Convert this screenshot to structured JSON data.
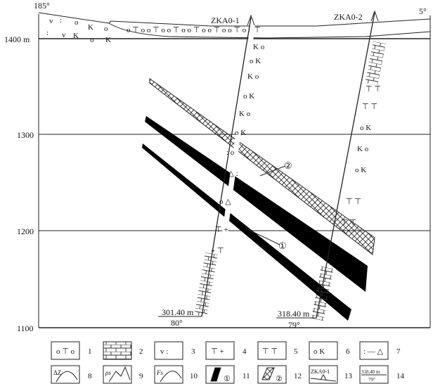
{
  "orientation": {
    "left": "185°",
    "right": "5°"
  },
  "elevations": [
    "1400 m",
    "1300",
    "1200",
    "1100"
  ],
  "boreholes": [
    {
      "name": "ZKA0-1",
      "depth": "301.40 m",
      "angle": "80°"
    },
    {
      "name": "ZKA0-2",
      "depth": "318.40 m",
      "angle": "79°"
    }
  ],
  "orebody_labels": [
    "①",
    "②"
  ],
  "symbols": {
    "k": "K",
    "t": "T",
    "plus": "+"
  },
  "legend": [
    {
      "num": "1",
      "label": ""
    },
    {
      "num": "2",
      "label": ""
    },
    {
      "num": "3",
      "label": ""
    },
    {
      "num": "4",
      "label": ""
    },
    {
      "num": "5",
      "label": ""
    },
    {
      "num": "6",
      "label": "K"
    },
    {
      "num": "7",
      "label": ""
    },
    {
      "num": "8",
      "label": "ΔZ"
    },
    {
      "num": "9",
      "label": "ρs"
    },
    {
      "num": "10",
      "label": "Fs"
    },
    {
      "num": "11",
      "label": "①"
    },
    {
      "num": "12",
      "label": "②"
    },
    {
      "num": "13",
      "label": "ZKA0-1"
    },
    {
      "num": "14",
      "label": "318.40 m",
      "sub": "79°"
    }
  ]
}
